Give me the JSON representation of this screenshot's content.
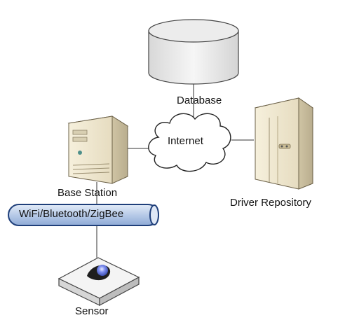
{
  "nodes": {
    "database": {
      "label": "Database",
      "icon": "database-cylinder-icon"
    },
    "internet": {
      "label": "Internet",
      "icon": "cloud-icon"
    },
    "base_station": {
      "label": "Base Station",
      "icon": "server-tower-icon"
    },
    "driver_repository": {
      "label": "Driver Repository",
      "icon": "server-rack-icon"
    },
    "bus": {
      "label": "WiFi/Bluetooth/ZigBee",
      "icon": "pipe-bus-icon"
    },
    "sensor": {
      "label": "Sensor",
      "icon": "sensor-device-icon"
    }
  },
  "edges": [
    {
      "from": "database",
      "to": "internet"
    },
    {
      "from": "base_station",
      "to": "internet"
    },
    {
      "from": "internet",
      "to": "driver_repository"
    },
    {
      "from": "base_station",
      "to": "bus"
    },
    {
      "from": "bus",
      "to": "sensor"
    }
  ],
  "colors": {
    "bus_fill": "#b8cce9",
    "bus_stroke": "#1f3f7a",
    "device_fill": "#efe6c8",
    "sensor_eye": "#5a6fd0"
  }
}
